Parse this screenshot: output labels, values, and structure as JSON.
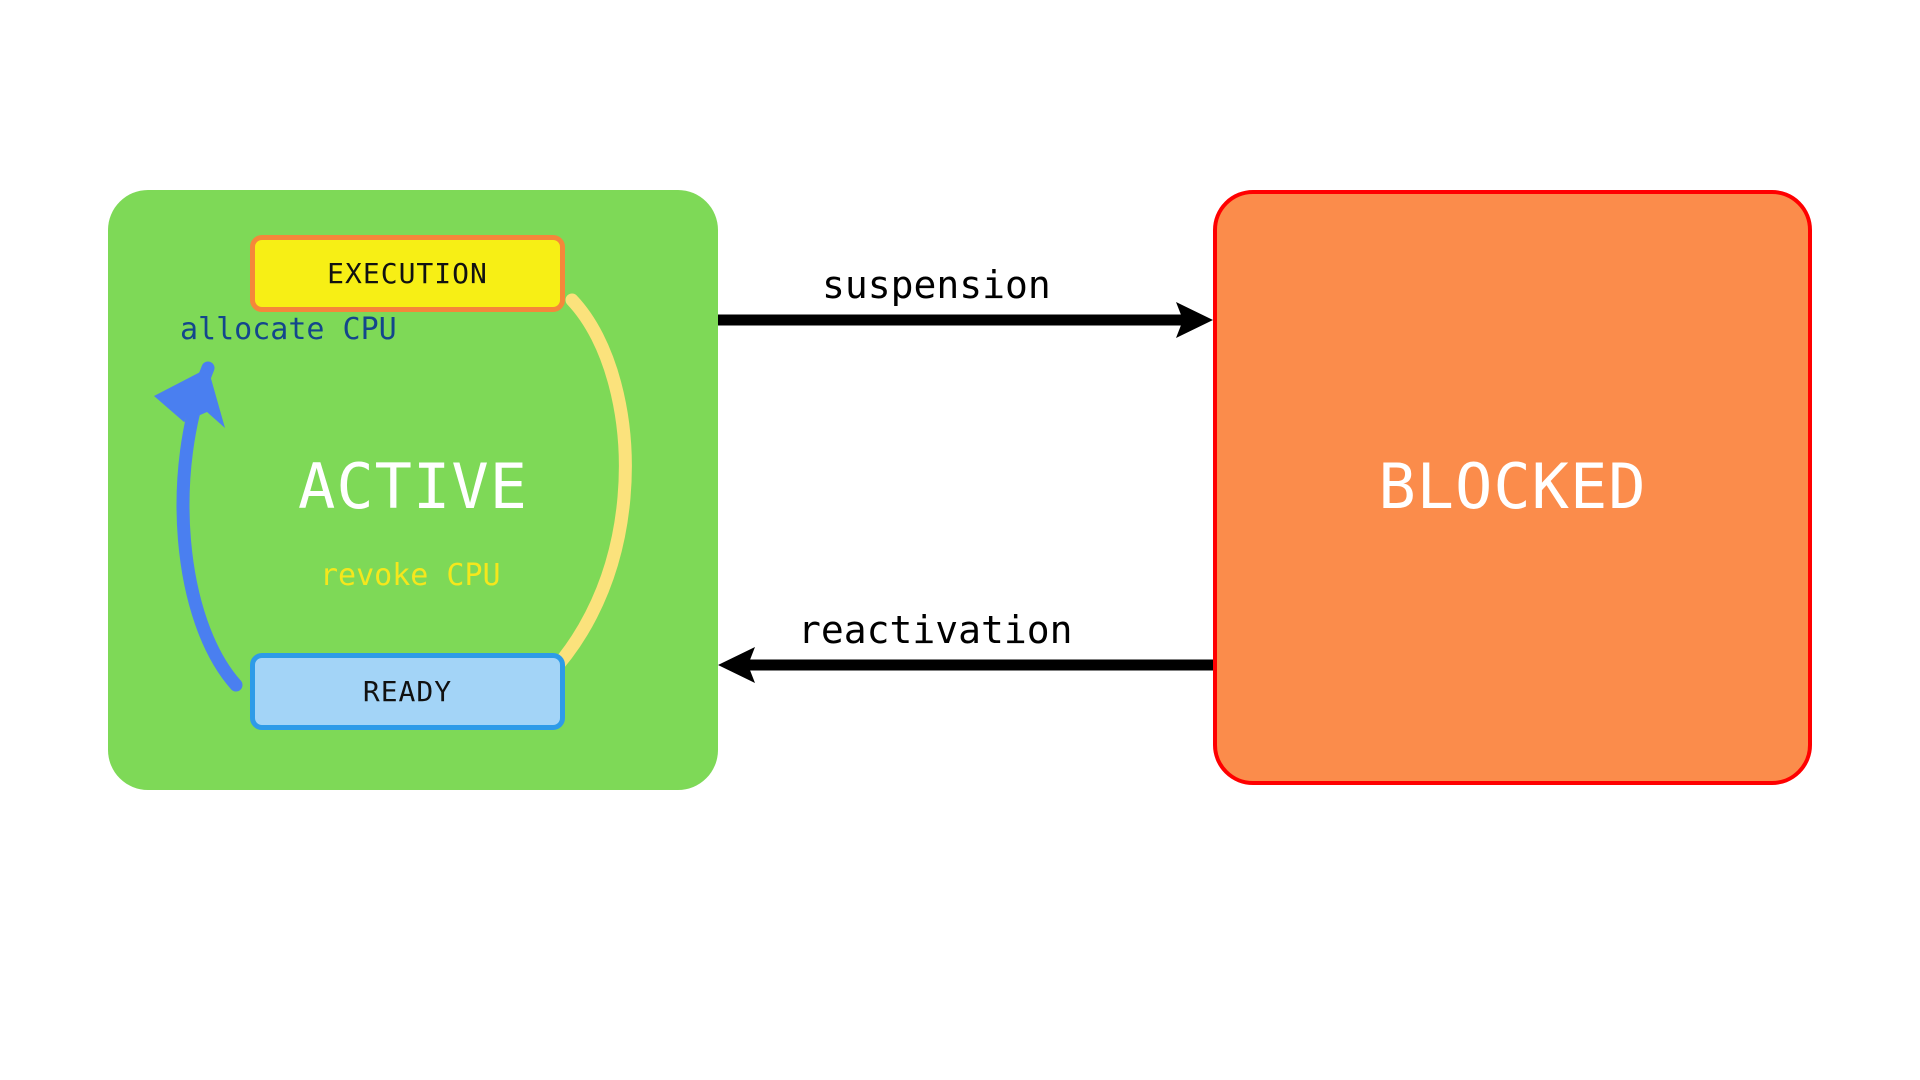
{
  "diagram": {
    "type": "state-transition-diagram",
    "background_color": "#FFFFFF",
    "states": [
      {
        "id": "active",
        "label": "ACTIVE",
        "fill_color": "#7ED957",
        "border_color": "none",
        "text_color": "#FFFFFF",
        "substates": [
          {
            "id": "execution",
            "label": "EXECUTION",
            "fill_color": "#F7EF15",
            "border_color": "#F5873A",
            "text_color": "#111111"
          },
          {
            "id": "ready",
            "label": "READY",
            "fill_color": "#A3D4F7",
            "border_color": "#2E9BE8",
            "text_color": "#111111"
          }
        ]
      },
      {
        "id": "blocked",
        "label": "BLOCKED",
        "fill_color": "#FB8C4B",
        "border_color": "#FF0000",
        "text_color": "#FFFFFF"
      }
    ],
    "transitions": [
      {
        "id": "allocate-cpu",
        "label": "allocate CPU",
        "from": "ready",
        "to": "execution",
        "color": "#4A7FF0",
        "style": "curved"
      },
      {
        "id": "revoke-cpu",
        "label": "revoke CPU",
        "from": "execution",
        "to": "ready",
        "color": "#FBE27C",
        "label_color": "#F5E71C",
        "style": "curved"
      },
      {
        "id": "suspension",
        "label": "suspension",
        "from": "active",
        "to": "blocked",
        "color": "#000000",
        "style": "straight"
      },
      {
        "id": "reactivation",
        "label": "reactivation",
        "from": "blocked",
        "to": "active",
        "color": "#000000",
        "style": "straight"
      }
    ]
  }
}
